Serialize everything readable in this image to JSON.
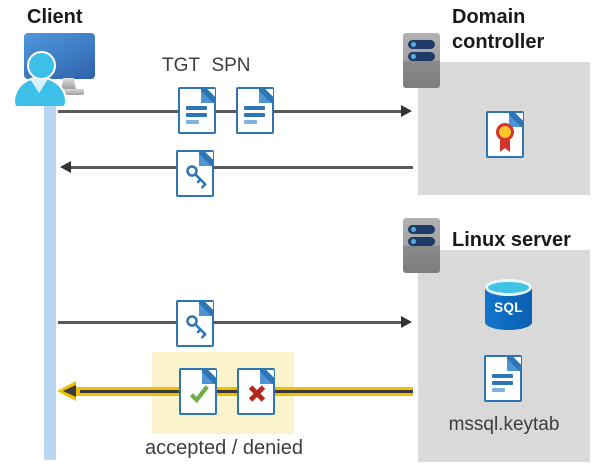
{
  "client": {
    "label": "Client"
  },
  "domain_controller": {
    "label": "Domain controller"
  },
  "linux_server": {
    "label": "Linux server",
    "sql_badge": "SQL",
    "keytab_label": "mssql.keytab"
  },
  "messages": {
    "tgt_label": "TGT",
    "spn_label": "SPN",
    "result_label": "accepted / denied"
  },
  "icons": {
    "client": "client-monitor-user-icon",
    "domain_controller": "server-tower-icon",
    "linux_server": "server-tower-icon",
    "tgt": "document-icon",
    "spn": "document-icon",
    "service_ticket": "key-document-icon",
    "certificate": "certificate-document-icon",
    "sql": "sql-database-cylinder-icon",
    "keytab": "document-icon",
    "accepted": "check-document-icon",
    "denied": "cross-document-icon"
  },
  "colors": {
    "doc_border": "#2e75b6",
    "timeline": "#b9d6f2",
    "box_gray": "#d9d9d9",
    "highlight_yellow": "#faf3cc",
    "arrow_gray": "#595959",
    "arrow_yellow": "#f0bf00",
    "check_green": "#70ad47",
    "cross_red": "#b3271f",
    "rosette_yellow": "#fec52e",
    "rosette_red": "#d0342c",
    "sql_blue": "#1176cd",
    "person_cyan": "#3cc0e9",
    "server_navy": "#1e3a67"
  }
}
